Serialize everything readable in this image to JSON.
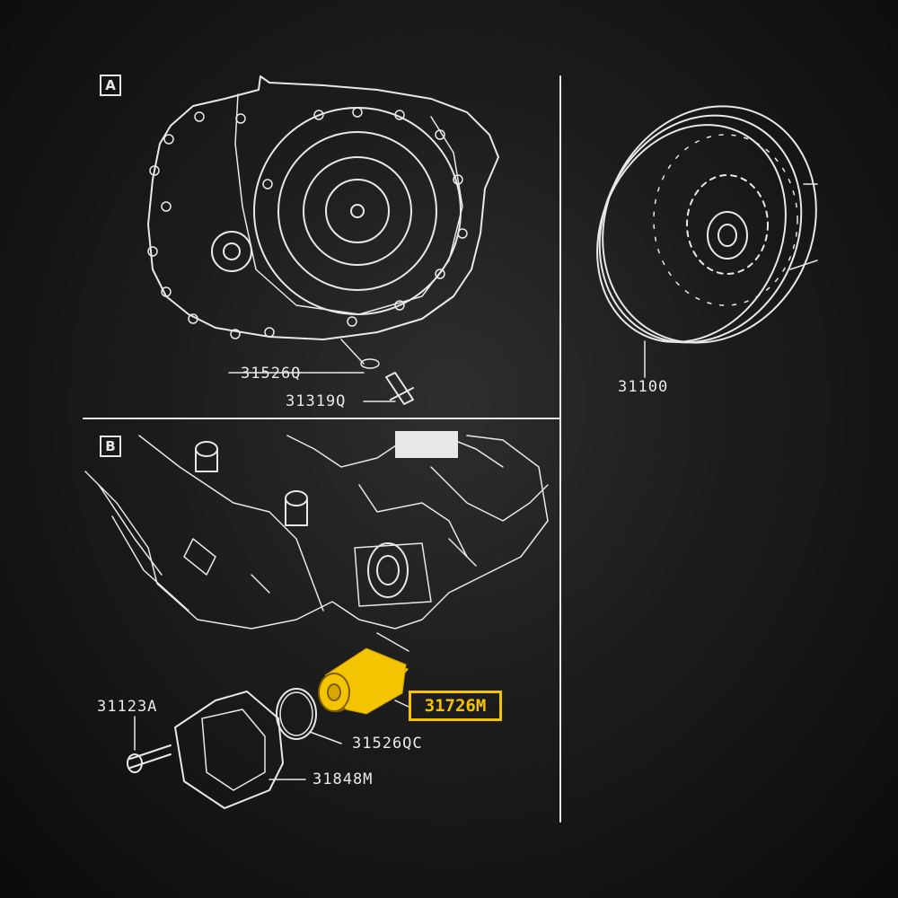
{
  "sections": {
    "a": "A",
    "b": "B"
  },
  "parts": {
    "gasket_a": "31526Q",
    "bolt_a": "31319Q",
    "torque_converter": "31100",
    "bolt_b": "31123A",
    "o_ring": "31526QC",
    "cover": "31848M",
    "filter": "31726M"
  },
  "colors": {
    "highlight": "#f5c400",
    "line": "#e8e8e8"
  }
}
